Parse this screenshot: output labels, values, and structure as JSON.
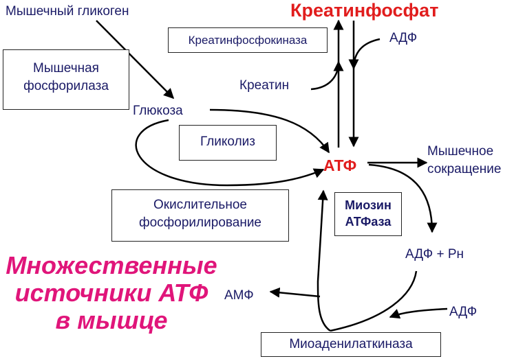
{
  "labels": {
    "muscle_glycogen": "Мышечный гликоген",
    "creatine_phosphate": "Креатинфосфат",
    "creatine_phosphokinase": "Креатинфосфокиназа",
    "adp_top": "АДФ",
    "muscle_phosphorylase_line1": "Мышечная",
    "muscle_phosphorylase_line2": "фосфорилаза",
    "creatine": "Креатин",
    "glucose": "Глюкоза",
    "glycolysis": "Гликолиз",
    "atp": "АТФ",
    "muscle_contraction_line1": "Мышечное",
    "muscle_contraction_line2": "сокращение",
    "oxphos_line1": "Окислительное",
    "oxphos_line2": "фосфорилирование",
    "myosin_line1": "Миозин",
    "myosin_line2": "АТФаза",
    "adp_pn": "АДФ + Рн",
    "amp": "АМФ",
    "adp_bottom": "АДФ",
    "myoadenylate_kinase": "Миоаденилаткиназа",
    "title_line1": "Множественные",
    "title_line2": "источники АТФ",
    "title_line3": "в мышце"
  },
  "colors": {
    "text": "#1a1a66",
    "highlight_red": "#e11d1d",
    "title_magenta": "#e0157a",
    "lines": "#000000"
  }
}
